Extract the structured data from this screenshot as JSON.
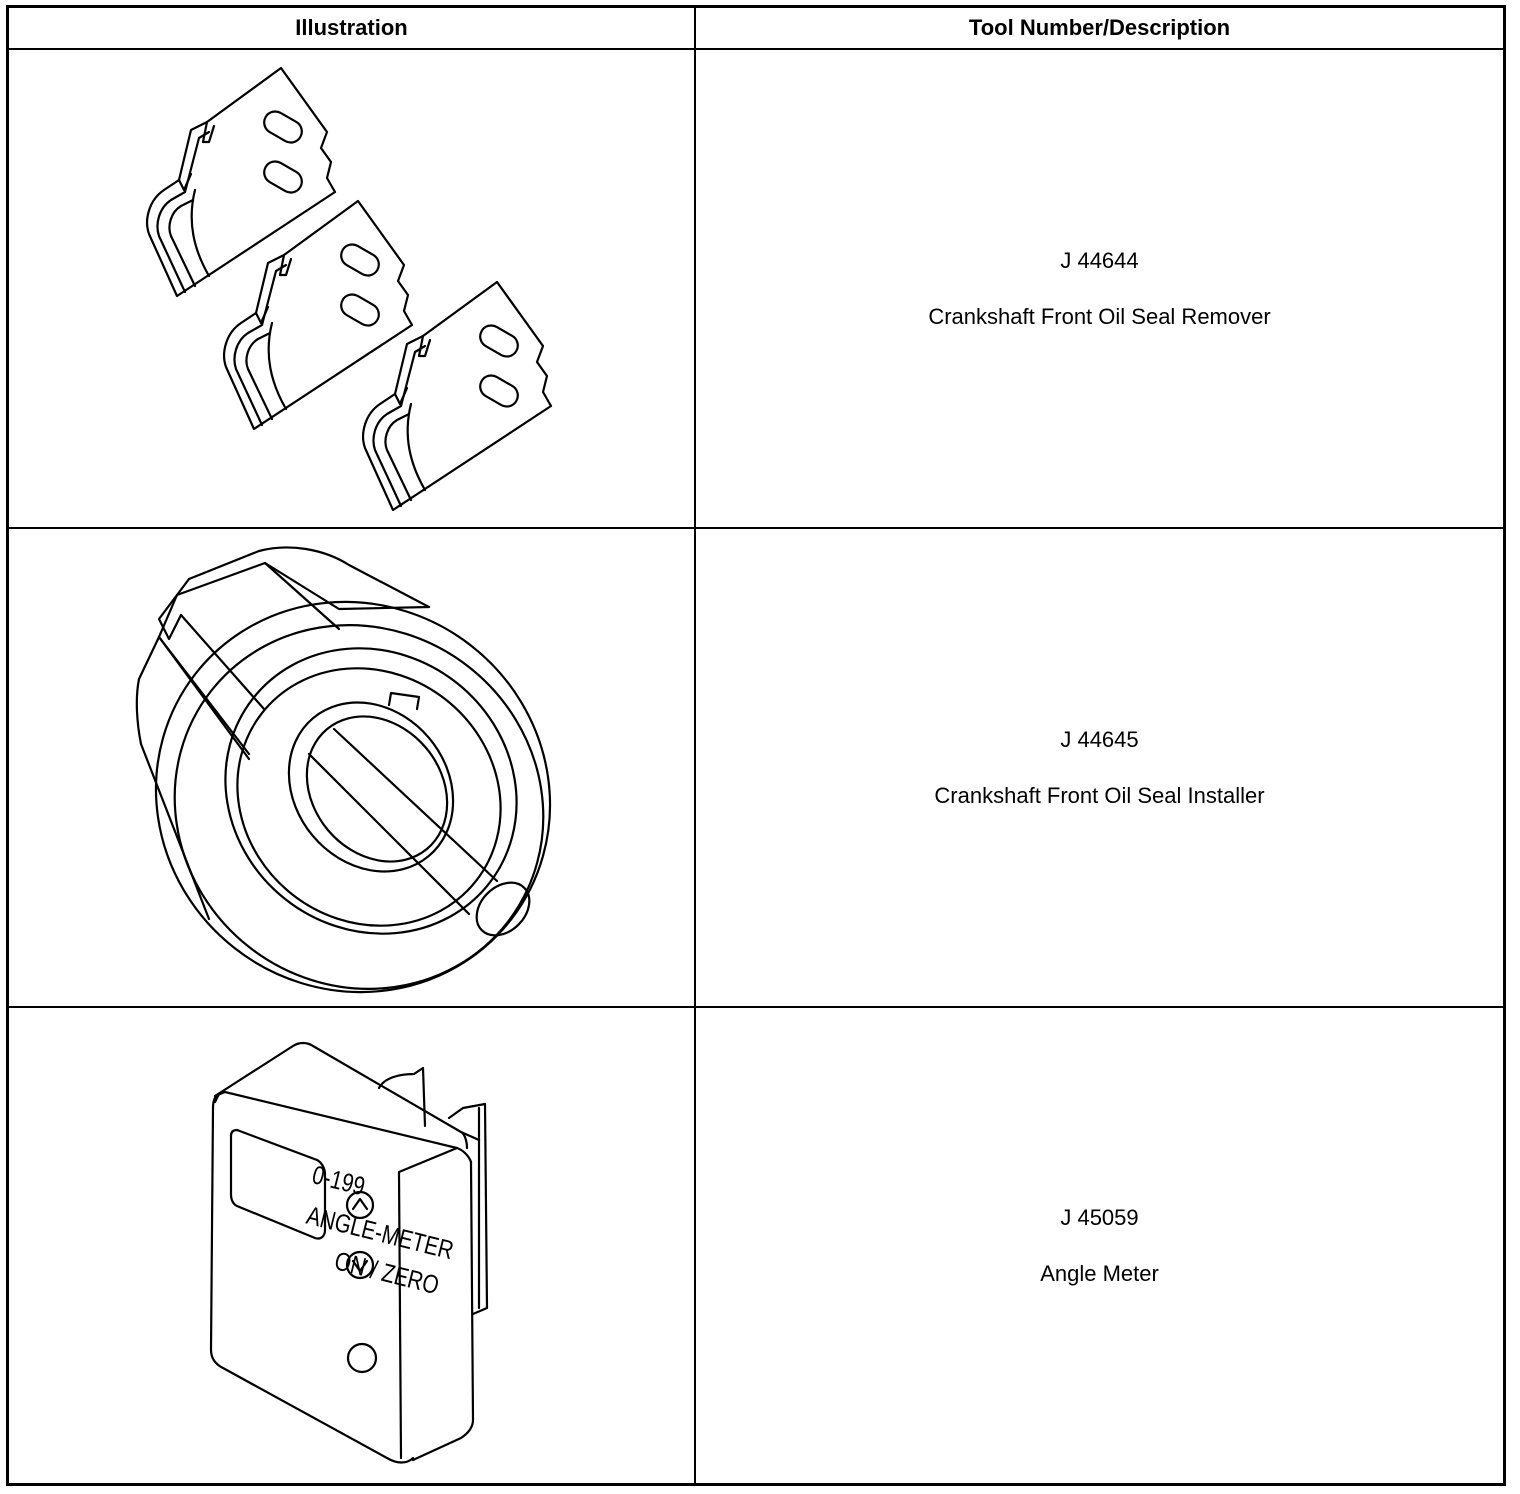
{
  "table": {
    "headers": [
      "Illustration",
      "Tool Number/Description"
    ],
    "rows": [
      {
        "tool_number": "J 44644",
        "description": "Crankshaft Front Oil Seal Remover",
        "illustration": "seal-remover-drawing"
      },
      {
        "tool_number": "J 44645",
        "description": "Crankshaft Front Oil Seal Installer",
        "illustration": "seal-installer-drawing"
      },
      {
        "tool_number": "J 45059",
        "description": "Angle Meter",
        "illustration": "angle-meter-drawing",
        "device_labels": {
          "range": "0-199",
          "name": "ANGLE-METER",
          "button": "ON / ZERO"
        }
      }
    ]
  }
}
